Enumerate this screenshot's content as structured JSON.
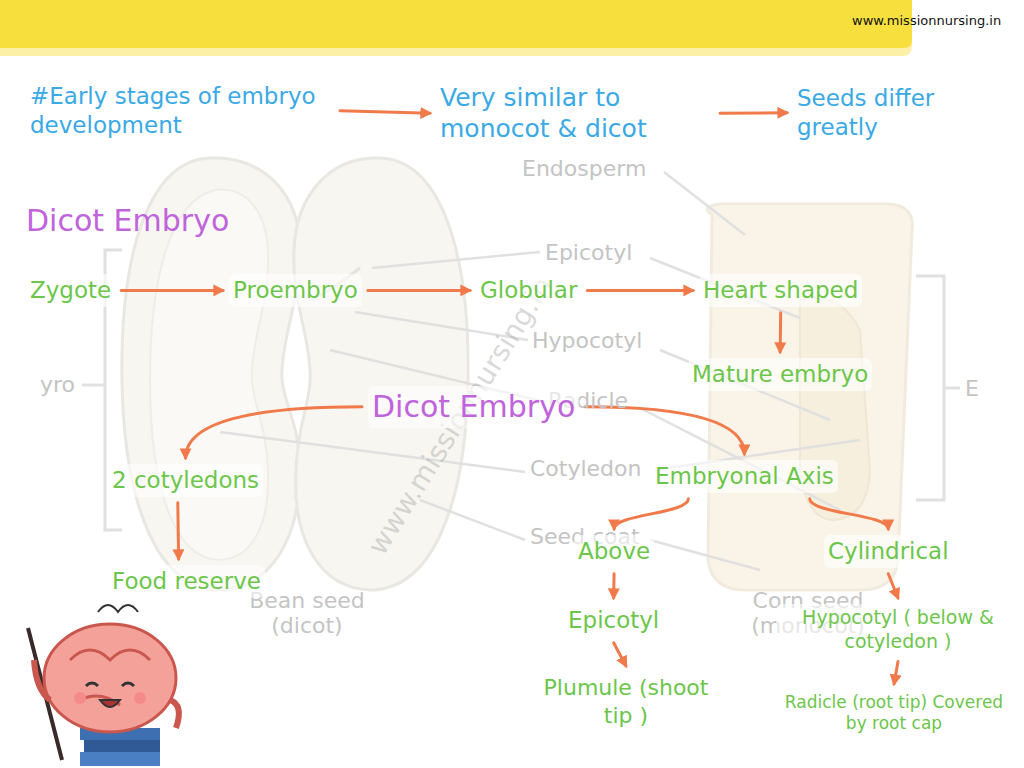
{
  "diagram": {
    "title": "Dicot Embryo",
    "nodes": [
      {
        "text": [
          "#Early stages of embryo development"
        ]
      },
      {
        "text": [
          "Very similar to monocot & dicot"
        ]
      },
      {
        "text": [
          "Seeds differ greatly"
        ]
      },
      {
        "text": [
          "Zygote"
        ]
      },
      {
        "text": [
          "Proembryo"
        ]
      },
      {
        "text": [
          "Globular"
        ]
      },
      {
        "text": [
          "Heart shaped"
        ]
      },
      {
        "text": [
          "Mature embryo"
        ]
      },
      {
        "text": [
          "Dicot Embryo"
        ]
      },
      {
        "text": [
          "2 cotyledons"
        ]
      },
      {
        "text": [
          "Food reserve"
        ]
      },
      {
        "text": [
          "Embryonal Axis"
        ]
      },
      {
        "text": [
          "Above"
        ]
      },
      {
        "text": [
          "Epicotyl"
        ]
      },
      {
        "text": [
          "Plumule (shoot tip )"
        ]
      },
      {
        "text": [
          "Cylindrical"
        ]
      },
      {
        "text": [
          "Hypocotyl ( below & cotyledon )"
        ]
      },
      {
        "text": [
          "Radicle (root tip) Covered by root cap"
        ]
      }
    ],
    "edges": [
      {
        "from": 0,
        "to": 1,
        "arrow": "to"
      },
      {
        "from": 1,
        "to": 2,
        "arrow": "to"
      },
      {
        "from": 3,
        "to": 4,
        "arrow": "to"
      },
      {
        "from": 4,
        "to": 5,
        "arrow": "to"
      },
      {
        "from": 5,
        "to": 6,
        "arrow": "to"
      },
      {
        "from": 6,
        "to": 7,
        "arrow": "to"
      },
      {
        "from": 8,
        "to": 9,
        "arrow": "to"
      },
      {
        "from": 9,
        "to": 10,
        "arrow": "to"
      },
      {
        "from": 8,
        "to": 11,
        "arrow": "to"
      },
      {
        "from": 11,
        "to": 12,
        "arrow": "to"
      },
      {
        "from": 12,
        "to": 13,
        "arrow": "to"
      },
      {
        "from": 13,
        "to": 14,
        "arrow": "to"
      },
      {
        "from": 11,
        "to": 15,
        "arrow": "to"
      },
      {
        "from": 15,
        "to": 16,
        "arrow": "to"
      },
      {
        "from": 16,
        "to": 17,
        "arrow": "to"
      }
    ],
    "labels": [
      "www.missionnursing.in",
      "Endosperm",
      "Epicotyl",
      "Hypocotyl",
      "Radicle",
      "Cotyledon",
      "Seed coat",
      "Bean seed (dicot)",
      "Corn seed (monocot)",
      "yro",
      "E",
      "www.missionnursing.in"
    ]
  }
}
